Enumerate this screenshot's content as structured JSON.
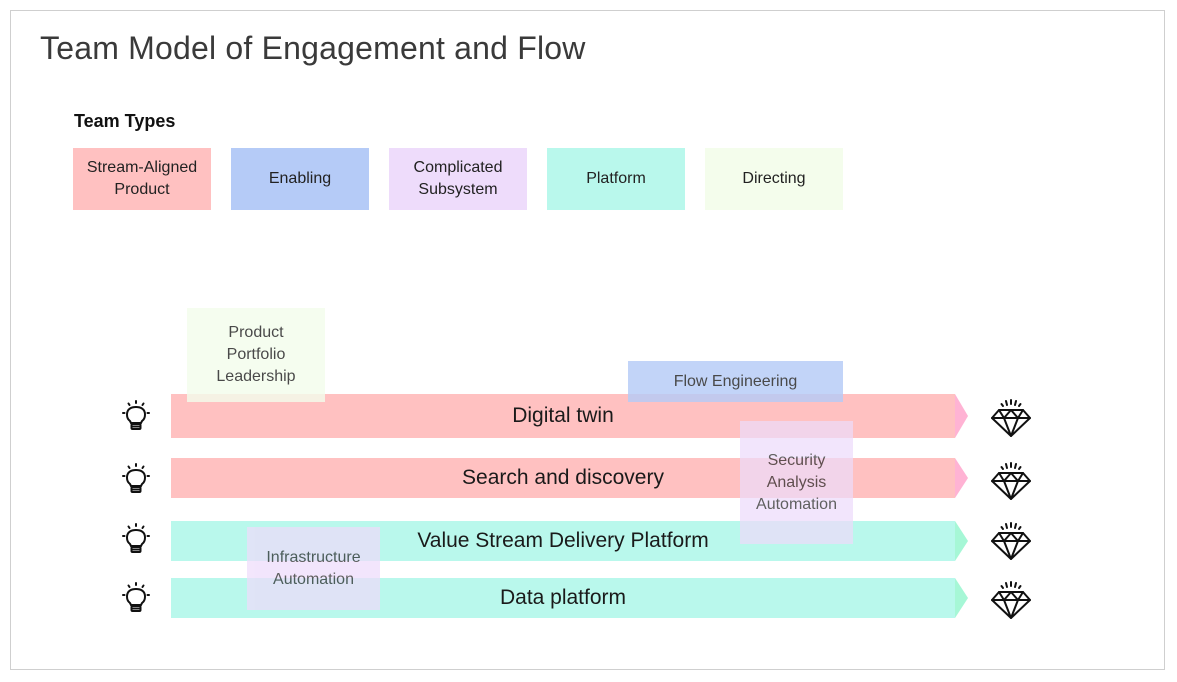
{
  "title": "Team Model of Engagement and Flow",
  "legend": {
    "heading": "Team Types",
    "items": [
      {
        "label": "Stream-Aligned Product",
        "color": "#ffc1c1"
      },
      {
        "label": "Enabling",
        "color": "#b5cbf7"
      },
      {
        "label": "Complicated Subsystem",
        "color": "#eedcfb"
      },
      {
        "label": "Platform",
        "color": "#b9f8ec"
      },
      {
        "label": "Directing",
        "color": "#f4fdec"
      }
    ]
  },
  "lanes": [
    {
      "label": "Digital twin",
      "type": "Stream-Aligned Product",
      "color": "#ffc1c1",
      "tip_color": "#ffb3d4",
      "start_icon": "lightbulb-icon",
      "end_icon": "diamond-icon"
    },
    {
      "label": "Search and discovery",
      "type": "Stream-Aligned Product",
      "color": "#ffc1c1",
      "tip_color": "#ffb3d4",
      "start_icon": "lightbulb-icon",
      "end_icon": "diamond-icon"
    },
    {
      "label": "Value Stream Delivery Platform",
      "type": "Platform",
      "color": "#b9f8ec",
      "tip_color": "#a6f7d6",
      "start_icon": "lightbulb-icon",
      "end_icon": "diamond-icon"
    },
    {
      "label": "Data platform",
      "type": "Platform",
      "color": "#b9f8ec",
      "tip_color": "#a6f7d6",
      "start_icon": "lightbulb-icon",
      "end_icon": "diamond-icon"
    }
  ],
  "overlays": [
    {
      "label": "Product Portfolio Leadership",
      "type": "Directing",
      "color": "#f4fdec"
    },
    {
      "label": "Flow Engineering",
      "type": "Enabling",
      "color": "#b5cbf7"
    },
    {
      "label": "Security Analysis Automation",
      "type": "Complicated Subsystem",
      "color": "#eedcfb"
    },
    {
      "label": "Infrastructure Automation",
      "type": "Complicated Subsystem",
      "color": "#eedcfb"
    }
  ]
}
